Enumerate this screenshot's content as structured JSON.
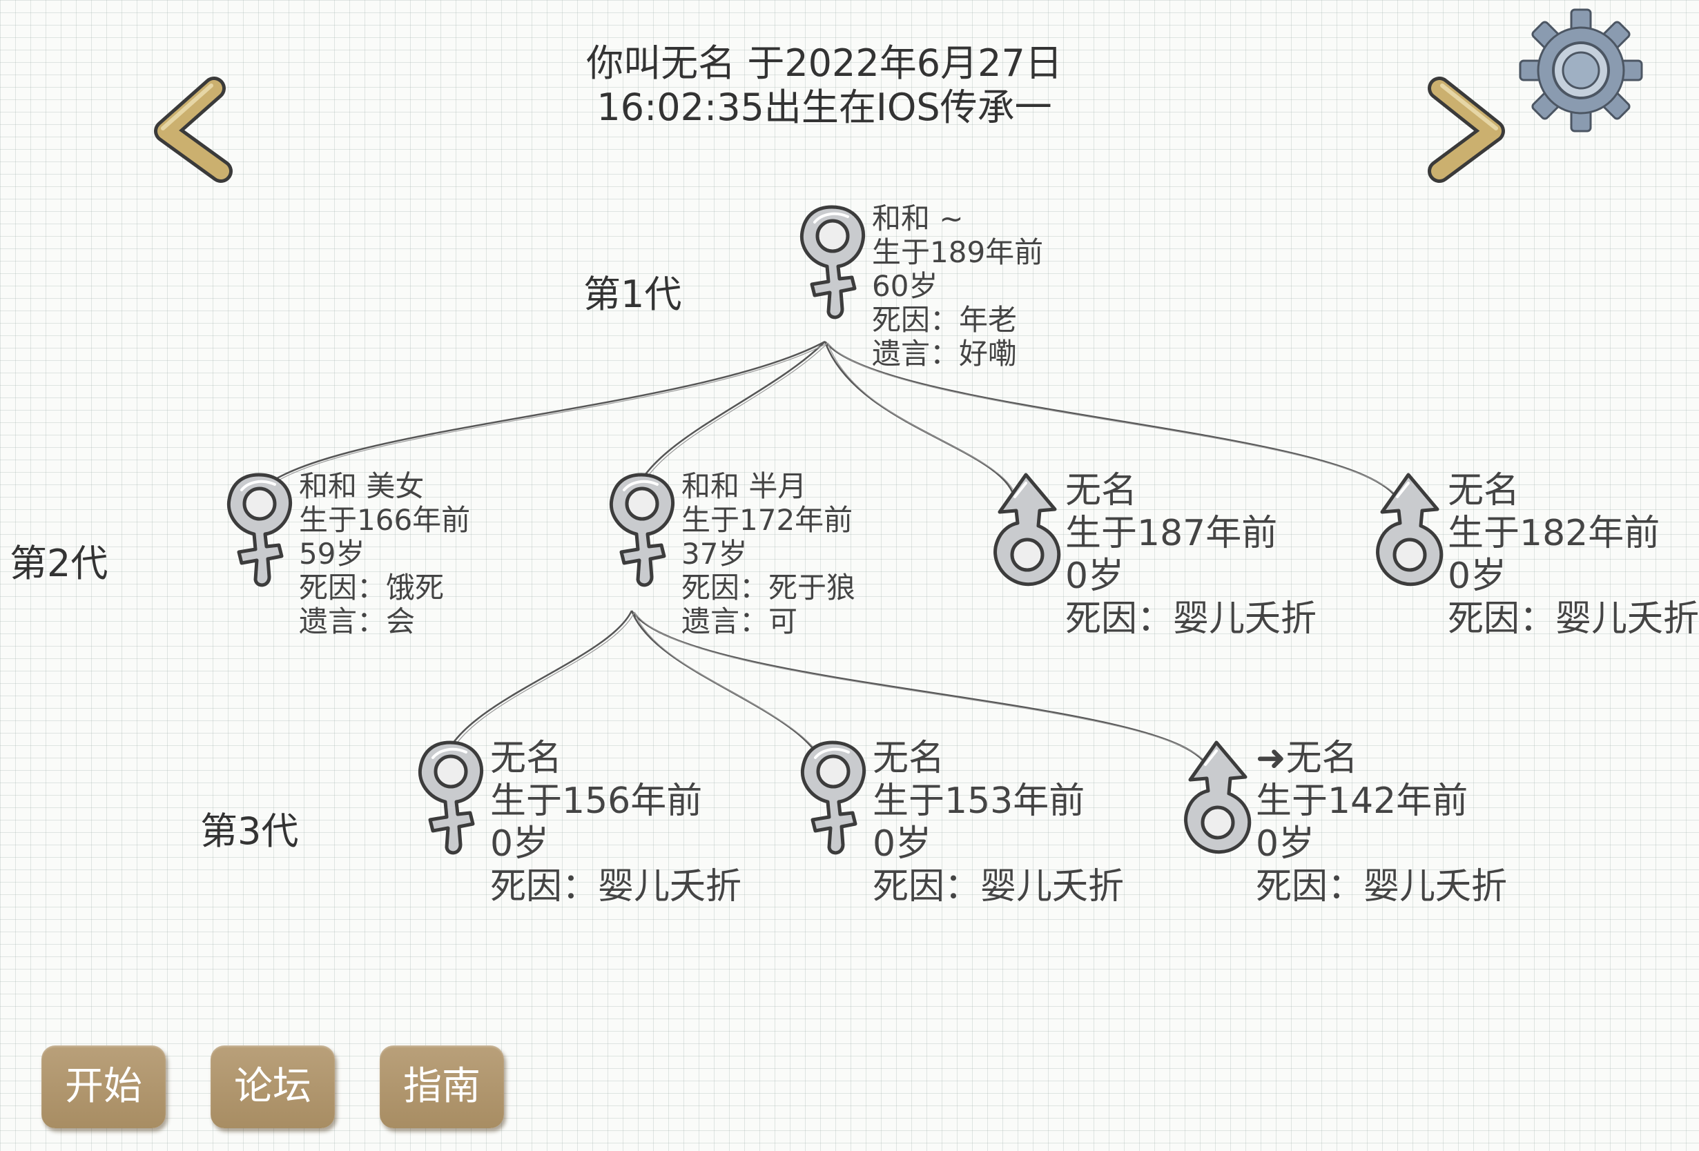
{
  "header": {
    "line1": "你叫无名 于2022年6月27日",
    "line2": "16:02:35出生在IOS传承一"
  },
  "generations": [
    {
      "label": "第1代"
    },
    {
      "label": "第2代"
    },
    {
      "label": "第3代"
    }
  ],
  "members": [
    {
      "gender": "female",
      "lines": [
        "和和 ~",
        "生于189年前",
        "60岁",
        "死因：年老",
        "遗言：好嘞"
      ]
    },
    {
      "gender": "female",
      "lines": [
        "和和 美女",
        "生于166年前",
        "59岁",
        "死因：饿死",
        "遗言：会"
      ]
    },
    {
      "gender": "female",
      "lines": [
        "和和 半月",
        "生于172年前",
        "37岁",
        "死因：死于狼",
        "遗言：可"
      ]
    },
    {
      "gender": "male",
      "lines": [
        "无名",
        "生于187年前",
        "0岁",
        "死因：婴儿夭折"
      ]
    },
    {
      "gender": "male",
      "lines": [
        "无名",
        "生于182年前",
        "0岁",
        "死因：婴儿夭折"
      ]
    },
    {
      "gender": "female",
      "lines": [
        "无名",
        "生于156年前",
        "0岁",
        "死因：婴儿夭折"
      ]
    },
    {
      "gender": "female",
      "lines": [
        "无名",
        "生于153年前",
        "0岁",
        "死因：婴儿夭折"
      ]
    },
    {
      "gender": "male",
      "lines": [
        "➜无名",
        "生于142年前",
        "0岁",
        "死因：婴儿夭折"
      ]
    }
  ],
  "buttons": {
    "start": "开始",
    "forum": "论坛",
    "guide": "指南"
  },
  "colors": {
    "button": "#b09670",
    "arrow": "#c9ad6e",
    "symbol": "#c9cbce"
  },
  "icons": {
    "prev": "chevron-left-icon",
    "next": "chevron-right-icon",
    "settings": "gear-icon",
    "female": "female-symbol-icon",
    "male": "male-symbol-icon"
  }
}
